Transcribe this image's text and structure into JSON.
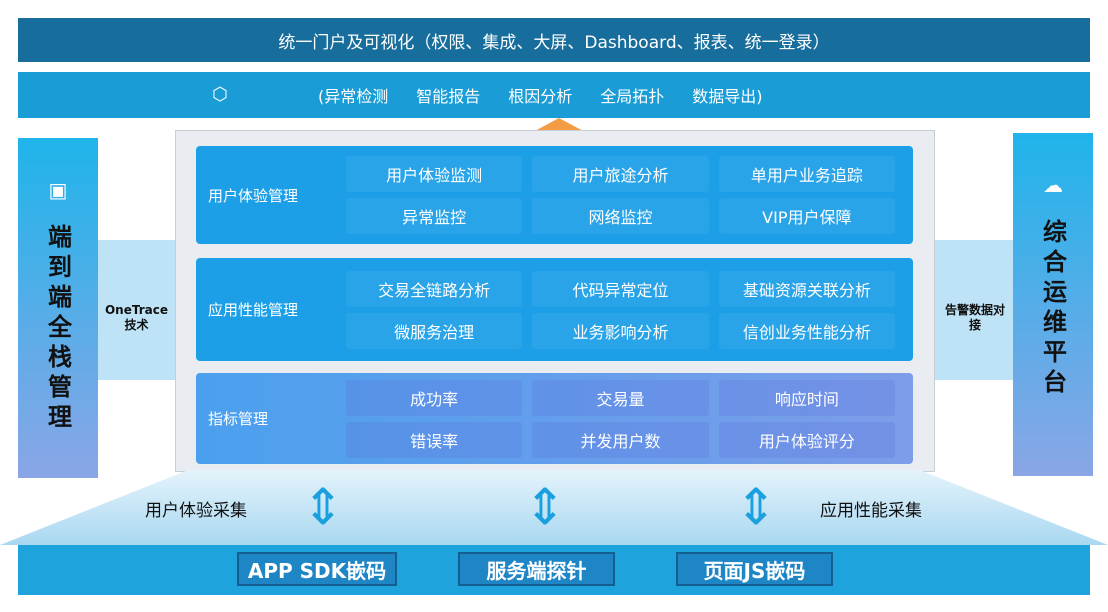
{
  "top_bar": "统一门户及可视化（权限、集成、大屏、Dashboard、报表、统一登录）",
  "analysis_bar": {
    "items": [
      "(异常检测",
      "智能报告",
      "根因分析",
      "全局拓扑",
      "数据导出)"
    ]
  },
  "left_column": {
    "title": "端到端全栈管理",
    "link_label": "OneTrace技术"
  },
  "right_column": {
    "title": "综合运维平台",
    "link_label": "告警数据对接"
  },
  "rows": [
    {
      "label": "用户体验管理",
      "cells": [
        "用户体验监测",
        "用户旅途分析",
        "单用户业务追踪",
        "异常监控",
        "网络监控",
        "VIP用户保障"
      ]
    },
    {
      "label": "应用性能管理",
      "cells": [
        "交易全链路分析",
        "代码异常定位",
        "基础资源关联分析",
        "微服务治理",
        "业务影响分析",
        "信创业务性能分析"
      ]
    },
    {
      "label": "指标管理",
      "cells": [
        "成功率",
        "交易量",
        "响应时间",
        "错误率",
        "并发用户数",
        "用户体验评分"
      ]
    }
  ],
  "collection": {
    "left": "用户体验采集",
    "right": "应用性能采集"
  },
  "sources": [
    "APP SDK嵌码",
    "服务端探针",
    "页面JS嵌码"
  ]
}
